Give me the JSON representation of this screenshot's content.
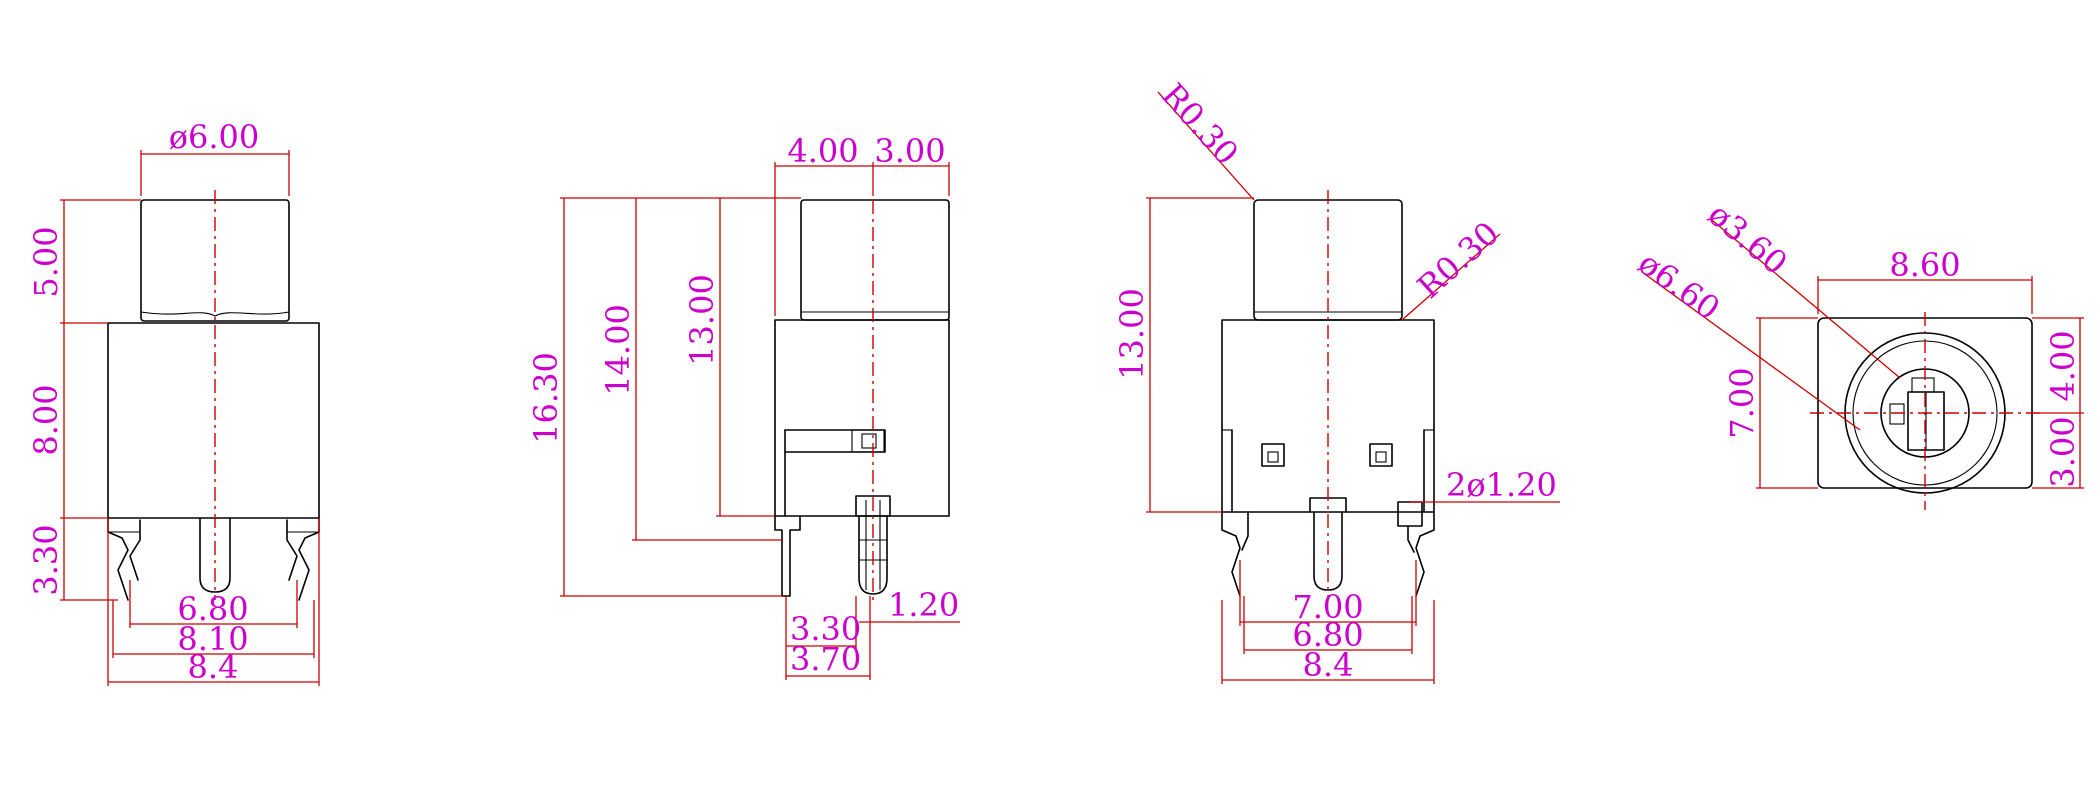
{
  "colors": {
    "outline": "#000000",
    "dimension_line": "#cc0000",
    "dimension_text": "#cc00cc"
  },
  "views": {
    "front": {
      "dims": {
        "cap_dia": "ø6.00",
        "cap_height": "5.00",
        "body_height": "8.00",
        "pin_height": "3.30",
        "inner_span": "6.80",
        "mid_span": "8.10",
        "outer_width": "8.4"
      }
    },
    "side": {
      "dims": {
        "top_a": "4.00",
        "top_b": "3.00",
        "h_total": "16.30",
        "h_mid": "14.00",
        "h_body": "13.00",
        "pin_offset": "3.30",
        "pin_width": "1.20",
        "base_depth": "3.70"
      }
    },
    "back": {
      "dims": {
        "radius_top": "R0.30",
        "radius_side": "R0.30",
        "height": "13.00",
        "hole": "2ø1.20",
        "span_a": "7.00",
        "span_b": "6.80",
        "width": "8.4"
      }
    },
    "top": {
      "dims": {
        "dia_inner": "ø3.60",
        "dia_outer": "ø6.60",
        "width": "8.60",
        "height": "7.00",
        "upper": "4.00",
        "lower": "3.00"
      }
    }
  }
}
